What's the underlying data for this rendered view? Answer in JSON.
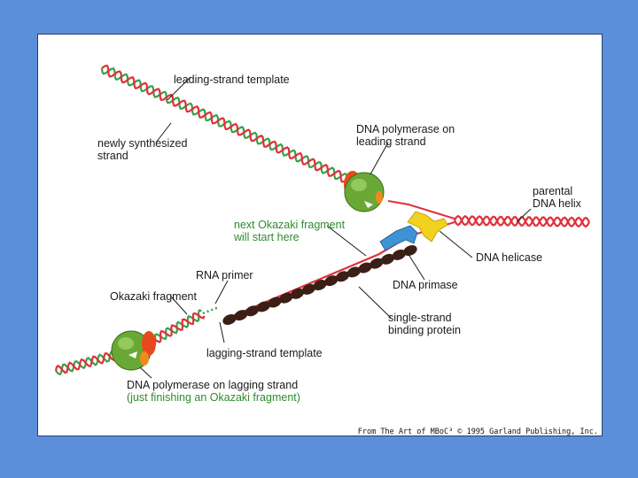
{
  "labels": {
    "leading_template": "leading-strand template",
    "newly_synthesized_1": "newly synthesized",
    "newly_synthesized_2": "strand",
    "pol_leading_1": "DNA polymerase on",
    "pol_leading_2": "leading strand",
    "parental_1": "parental",
    "parental_2": "DNA helix",
    "next_okazaki_1": "next Okazaki fragment",
    "next_okazaki_2": "will start here",
    "helicase": "DNA helicase",
    "rna_primer": "RNA primer",
    "okazaki_fragment": "Okazaki fragment",
    "primase": "DNA primase",
    "ssb_1": "single-strand",
    "ssb_2": "binding protein",
    "lagging_template": "lagging-strand template",
    "pol_lagging_1": "DNA polymerase on lagging strand",
    "pol_lagging_2": "(just finishing an Okazaki fragment)"
  },
  "credit": "From The Art of MBoC³ © 1995 Garland Publishing, Inc.",
  "colors": {
    "background": "#5b8fd9",
    "template_strand": "#e0303a",
    "new_strand": "#3aa047",
    "polymerase": "#6aa836",
    "clamp": "#e8491c",
    "helicase": "#f2d21e",
    "primase": "#3d93d6",
    "ssb": "#3b1f16",
    "green_text": "#2e8b2e"
  }
}
